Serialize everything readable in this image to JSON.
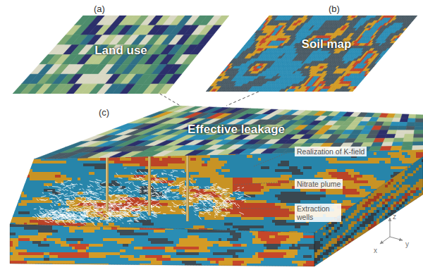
{
  "diagram": {
    "nodes": [
      {
        "text": [
          "Land use"
        ]
      },
      {
        "text": [
          "Soil map"
        ]
      },
      {
        "text": [
          "Effective leakage"
        ]
      }
    ],
    "edges": [
      {
        "from": 0,
        "to": 2,
        "arrow": "none"
      },
      {
        "from": 1,
        "to": 2,
        "arrow": "none"
      }
    ],
    "labels": [
      "(a)",
      "(b)",
      "(c)",
      "Realization of K-field",
      "Nitrate plume",
      "Extraction wells",
      "z",
      "x",
      "y"
    ]
  }
}
